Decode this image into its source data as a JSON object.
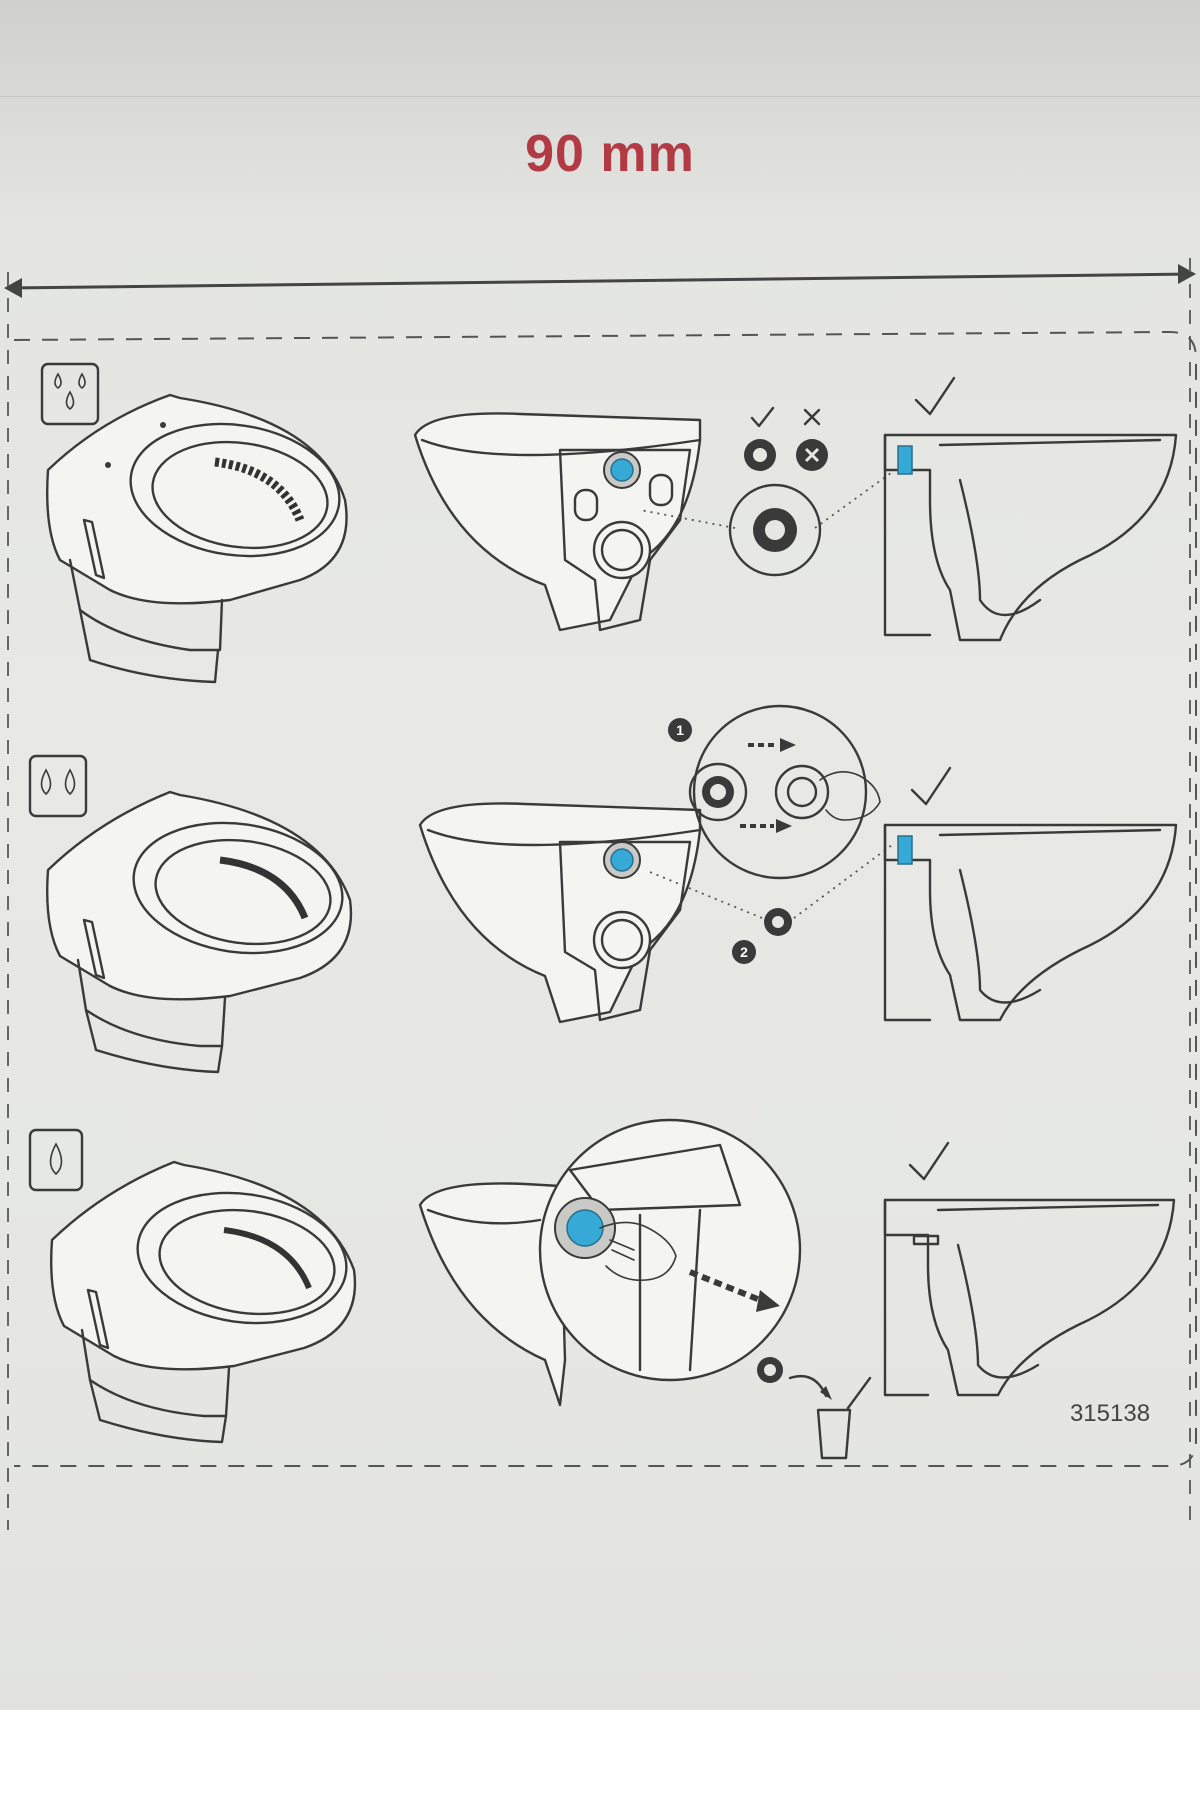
{
  "dimension_label": "90 mm",
  "part_number": "315138",
  "steps": [
    {
      "symbol": "three-drops-icon",
      "result": "checkmark-icon",
      "options": [
        "checkmark-icon",
        "cross-icon"
      ]
    },
    {
      "symbol": "two-drops-icon",
      "result": "checkmark-icon",
      "markers": [
        "1",
        "2"
      ]
    },
    {
      "symbol": "one-drop-icon",
      "result": "checkmark-icon"
    }
  ],
  "colors": {
    "dimension_red": "#b23a45",
    "accent_blue": "#36a9d6",
    "line": "#3a3a3a"
  }
}
